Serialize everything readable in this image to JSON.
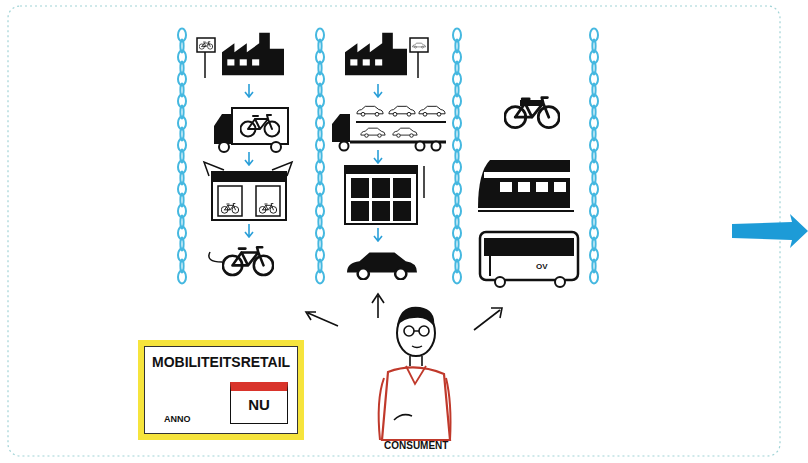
{
  "diagram": {
    "nodes": [
      {
        "text": [
          "MOBILITEITSRETAIL",
          "ANNO"
        ]
      },
      {
        "text": [
          "NU"
        ],
        "in": 0
      }
    ],
    "labels": [
      "OV",
      "CONSUMENT"
    ]
  }
}
